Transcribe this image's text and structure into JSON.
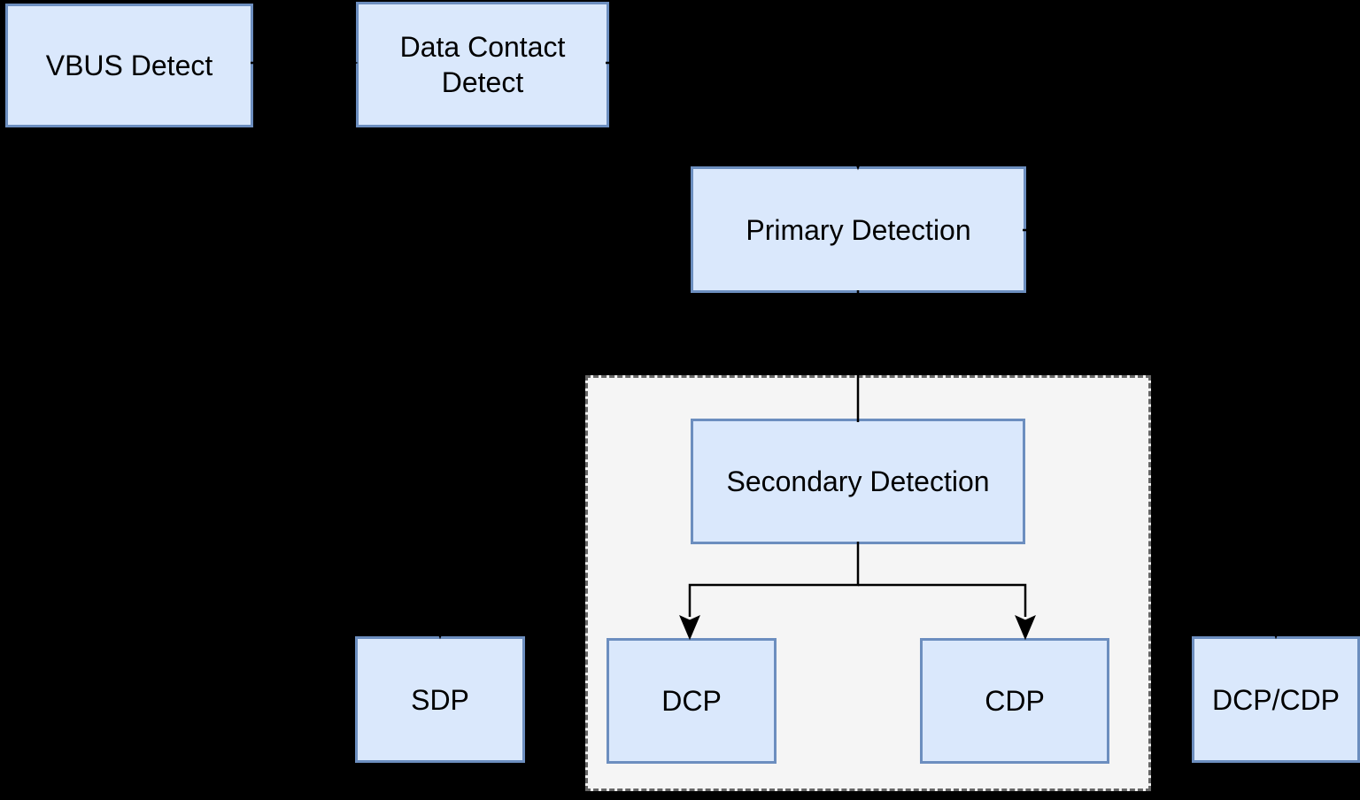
{
  "diagram": {
    "type": "flowchart",
    "background_color": "#000000",
    "node_fill_color": "#dae8fc",
    "node_border_color": "#6c8ebf",
    "group_fill_color": "#f5f5f5",
    "group_border_color": "#666666",
    "connector_color": "#000000",
    "text_color": "#000000"
  },
  "nodes": {
    "vbus": {
      "label": "VBUS Detect"
    },
    "dcd": {
      "label": "Data Contact Detect"
    },
    "primary": {
      "label": "Primary Detection"
    },
    "secondary": {
      "label": "Secondary Detection"
    },
    "sdp": {
      "label": "SDP"
    },
    "dcp": {
      "label": "DCP"
    },
    "cdp": {
      "label": "CDP"
    },
    "dcpcdp": {
      "label": "DCP/CDP"
    }
  },
  "edges": [
    {
      "from": "VBUS Detect",
      "to": "Data Contact Detect",
      "arrow": true
    },
    {
      "from": "Data Contact Detect",
      "to": "Primary Detection",
      "arrow": true
    },
    {
      "from": "Primary Detection",
      "to": "Secondary Detection",
      "arrow": false
    },
    {
      "from": "Primary Detection",
      "to": "SDP",
      "arrow": true
    },
    {
      "from": "Primary Detection",
      "to": "DCP/CDP",
      "arrow": true
    },
    {
      "from": "Secondary Detection",
      "to": "DCP",
      "arrow": true
    },
    {
      "from": "Secondary Detection",
      "to": "CDP",
      "arrow": true
    }
  ]
}
